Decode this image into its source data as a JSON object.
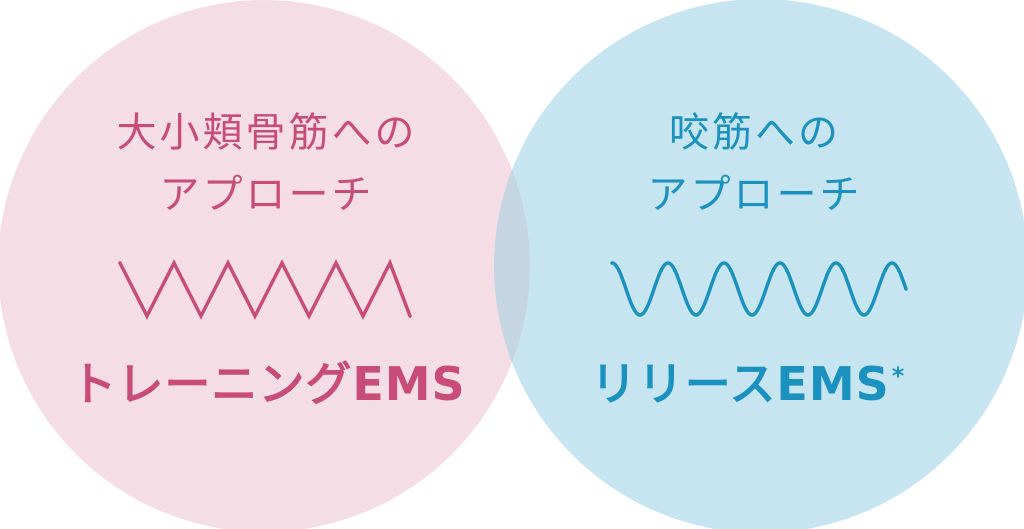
{
  "colors": {
    "left_fill": "#f5dde6",
    "right_fill": "#c6e5f1",
    "overlap_fill": "#c5d5e2",
    "pink": "#c84c78",
    "blue": "#1a91bf"
  },
  "left": {
    "heading_line1": "大小頬骨筋への",
    "heading_line2": "アプローチ",
    "wave": "zigzag",
    "label": "トレーニングEMS"
  },
  "right": {
    "heading_line1": "咬筋への",
    "heading_line2": "アプローチ",
    "wave": "sine",
    "label": "リリースEMS",
    "label_mark": "*"
  }
}
